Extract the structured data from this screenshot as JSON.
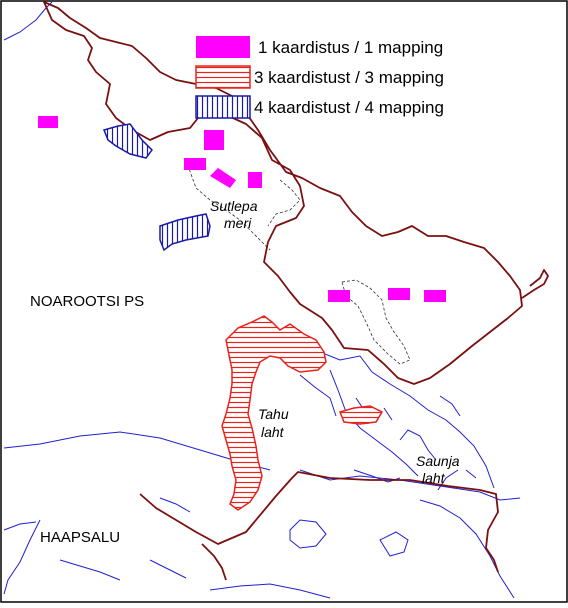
{
  "legend": {
    "items": [
      {
        "key": "single",
        "label": "1 kaardistus / 1 mapping",
        "style": "solid",
        "color": "#ff00ff"
      },
      {
        "key": "triple",
        "label": "3 kaardistust / 3 mapping",
        "style": "horizontal-hatch",
        "color": "#e8231c"
      },
      {
        "key": "quad",
        "label": "4 kaardistust / 4 mapping",
        "style": "vertical-hatch",
        "color": "#1a1aa8"
      }
    ]
  },
  "places": {
    "noarootsi": "NOAROOTSI PS",
    "haapsalu": "HAAPSALU"
  },
  "water": {
    "sutlepa_line1": "Sutlepa",
    "sutlepa_line2": "meri",
    "tahu_line1": "Tahu",
    "tahu_line2": "laht",
    "saunja_line1": "Saunja",
    "saunja_line2": "laht"
  },
  "colors": {
    "boundary": "#7a1010",
    "shoreline": "#2020d0",
    "single_mapping": "#ff00ff",
    "triple_mapping": "#e8231c",
    "quad_mapping": "#1a1aa8",
    "frame": "#000000"
  }
}
